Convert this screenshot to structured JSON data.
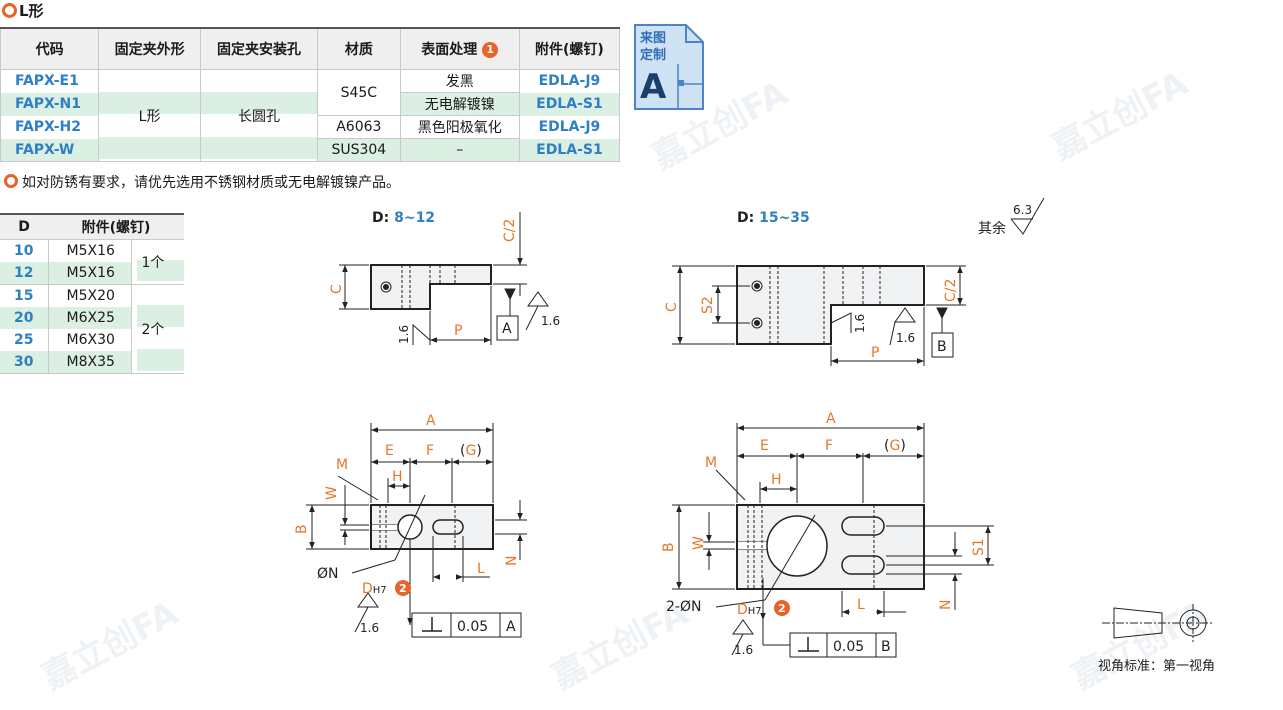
{
  "header": {
    "title": "L形"
  },
  "main_table": {
    "columns": [
      "代码",
      "固定夹外形",
      "固定夹安装孔",
      "材质",
      "表面处理",
      "附件(螺钉)"
    ],
    "surface_badge": "1",
    "rows": [
      {
        "code": "FAPX-E1",
        "screw": "EDLA-J9"
      },
      {
        "code": "FAPX-N1",
        "screw": "EDLA-S1"
      },
      {
        "code": "FAPX-H2",
        "screw": "EDLA-J9"
      },
      {
        "code": "FAPX-W",
        "screw": "EDLA-S1"
      }
    ],
    "shape": "L形",
    "hole": "长圆孔",
    "materials": [
      "S45C",
      "A6063",
      "SUS304"
    ],
    "treatments": [
      "发黑",
      "无电解镀镍",
      "黑色阳极氧化",
      "–"
    ]
  },
  "custom_badge": {
    "line1": "来图",
    "line2": "定制",
    "letter": "A"
  },
  "note": "如对防锈有要求，请优先选用不锈钢材质或无电解镀镍产品。",
  "d_table": {
    "columns": [
      "D",
      "附件(螺钉)"
    ],
    "rows": [
      {
        "d": "10",
        "screw": "M5X16"
      },
      {
        "d": "12",
        "screw": "M5X16"
      },
      {
        "d": "15",
        "screw": "M5X20"
      },
      {
        "d": "20",
        "screw": "M6X25"
      },
      {
        "d": "25",
        "screw": "M6X30"
      },
      {
        "d": "30",
        "screw": "M8X35"
      }
    ],
    "qty": [
      "1个",
      "2个"
    ]
  },
  "drawing": {
    "left_title_label": "D: ",
    "left_title_range": "8~12",
    "right_title_label": "D: ",
    "right_title_range": "15~35",
    "rest_label": "其余",
    "rest_value": "6.3",
    "c2": "C/2",
    "c": "C",
    "p": "P",
    "s2": "S2",
    "s1": "S1",
    "rough": "1.6",
    "datum_a": "A",
    "datum_b": "B",
    "a": "A",
    "e": "E",
    "f": "F",
    "g": "(G)",
    "h": "H",
    "m": "M",
    "w": "W",
    "b": "B",
    "l": "L",
    "n": "N",
    "on": "ØN",
    "on2": "2-ØN",
    "dh7": "DH7",
    "badge2": "2",
    "tol": "0.05",
    "view_label": "视角标准：第一视角"
  },
  "watermark": "嘉立创FA",
  "colors": {
    "accent": "#e8622a",
    "code_blue": "#2f7fc6",
    "row_green": "#dcefe3",
    "dim_orange": "#e8762a"
  }
}
